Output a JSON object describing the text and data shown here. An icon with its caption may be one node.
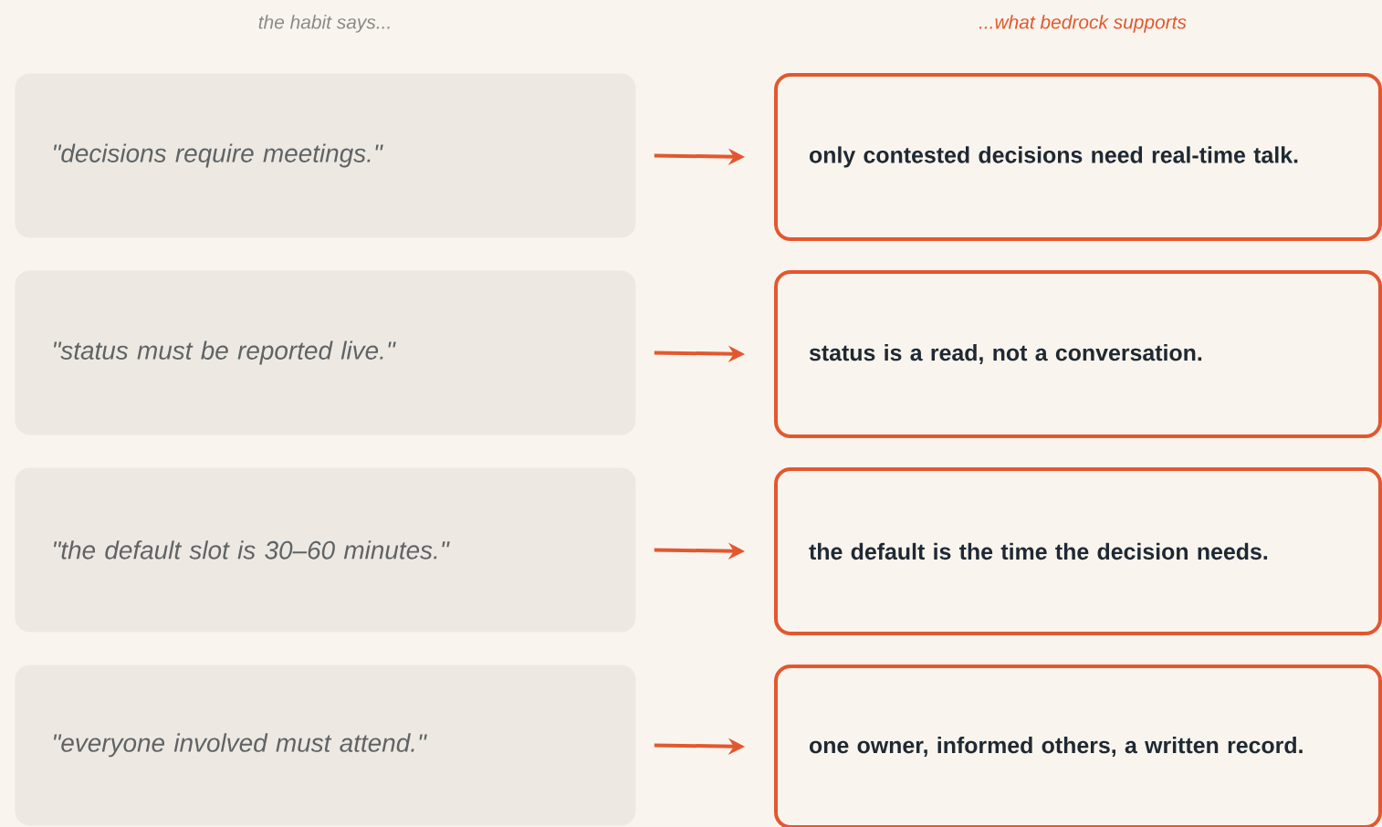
{
  "diagram": {
    "nodes": [
      {
        "text": [
          "\"decisions require meetings.\""
        ]
      },
      {
        "text": [
          "only contested decisions need real-time talk."
        ]
      },
      {
        "text": [
          "\"status must be reported live.\""
        ]
      },
      {
        "text": [
          "status is a read, not a conversation."
        ]
      },
      {
        "text": [
          "\"the default slot is 30–60 minutes.\""
        ]
      },
      {
        "text": [
          "the default is the time the decision needs."
        ]
      },
      {
        "text": [
          "\"everyone involved must attend.\""
        ]
      },
      {
        "text": [
          "one owner, informed others, a written record."
        ]
      }
    ],
    "edges": [
      {
        "from": 0,
        "to": 1,
        "arrow": "to"
      },
      {
        "from": 2,
        "to": 3,
        "arrow": "to"
      },
      {
        "from": 4,
        "to": 5,
        "arrow": "to"
      },
      {
        "from": 6,
        "to": 7,
        "arrow": "to"
      }
    ],
    "labels": [
      "the habit says...",
      "...what bedrock supports"
    ]
  }
}
